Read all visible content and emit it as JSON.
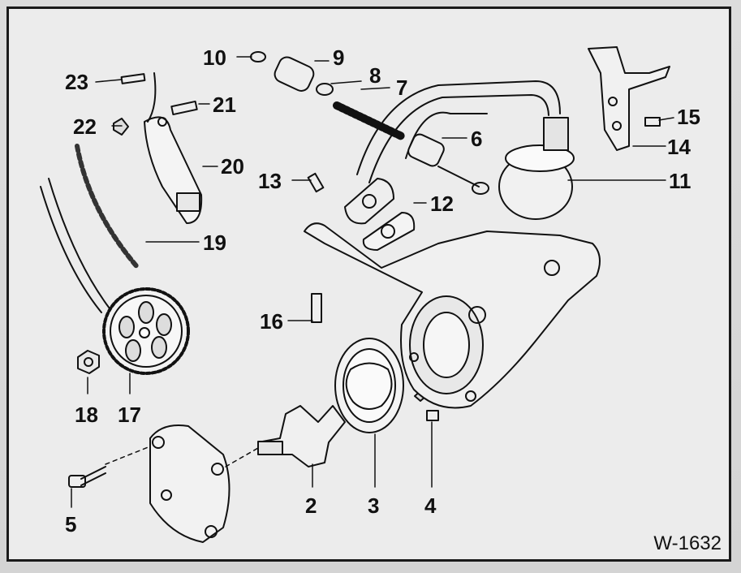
{
  "figure": {
    "code": "W-1632",
    "labels": {
      "l2": "2",
      "l3": "3",
      "l4": "4",
      "l5": "5",
      "l6": "6",
      "l7": "7",
      "l8": "8",
      "l9": "9",
      "l10": "10",
      "l11": "11",
      "l12": "12",
      "l13": "13",
      "l14": "14",
      "l15": "15",
      "l16": "16",
      "l17": "17",
      "l18": "18",
      "l19": "19",
      "l20": "20",
      "l21": "21",
      "l22": "22",
      "l23": "23"
    }
  }
}
